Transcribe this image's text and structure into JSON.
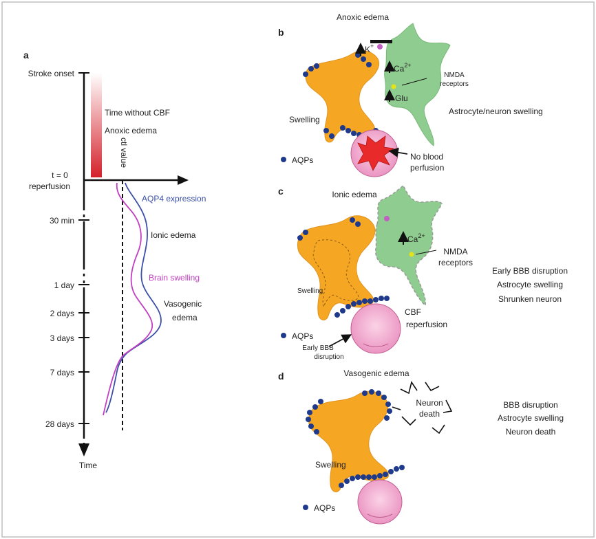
{
  "panel_a": {
    "letter": "a",
    "stroke_onset": "Stroke onset",
    "t0": "t = 0",
    "reperfusion": "reperfusion",
    "time_without_cbf": "Time without CBF",
    "anoxic_edema": "Anoxic edema",
    "ctl_value": "ctl value",
    "aqp4_expression": "AQP4 expression",
    "ionic_edema": "Ionic edema",
    "brain_swelling": "Brain swelling",
    "vasogenic_1": "Vasogenic",
    "vasogenic_2": "edema",
    "time_axis": "Time",
    "ticks": [
      "30 min",
      "1 day",
      "2 days",
      "3 days",
      "7 days",
      "28 days"
    ]
  },
  "panel_b": {
    "letter": "b",
    "title": "Anoxic edema",
    "k": "K",
    "k_sup": "+",
    "ca": "Ca",
    "ca_sup": "2+",
    "glu": "Glu",
    "nmda_1": "NMDA",
    "nmda_2": "receptors",
    "swelling": "Swelling",
    "side_note": "Astrocyte/neuron swelling",
    "aqps": "AQPs",
    "no_blood_1": "No blood",
    "no_blood_2": "perfusion"
  },
  "panel_c": {
    "letter": "c",
    "title": "Ionic edema",
    "ca": "Ca",
    "ca_sup": "2+",
    "nmda_1": "NMDA",
    "nmda_2": "receptors",
    "swelling": "Swelling",
    "side_1": "Early BBB disruption",
    "side_2": "Astrocyte swelling",
    "side_3": "Shrunken neuron",
    "cbf_1": "CBF",
    "cbf_2": "reperfusion",
    "aqps": "AQPs",
    "early_bbb_1": "Early BBB",
    "early_bbb_2": "disruption"
  },
  "panel_d": {
    "letter": "d",
    "title": "Vasogenic edema",
    "neuron_1": "Neuron",
    "neuron_2": "death",
    "side_1": "BBB disruption",
    "side_2": "Astrocyte swelling",
    "side_3": "Neuron death",
    "swelling": "Swelling",
    "aqps": "AQPs"
  },
  "colors": {
    "astrocyte": "#f5a623",
    "neuron": "#8fcc8f",
    "aqp_dot": "#1f3a8a",
    "vessel": "#f2a6c8",
    "aqp4_line": "#3b4fa8",
    "swelling_line": "#c040c0",
    "gradient_dark": "#d4202a"
  }
}
